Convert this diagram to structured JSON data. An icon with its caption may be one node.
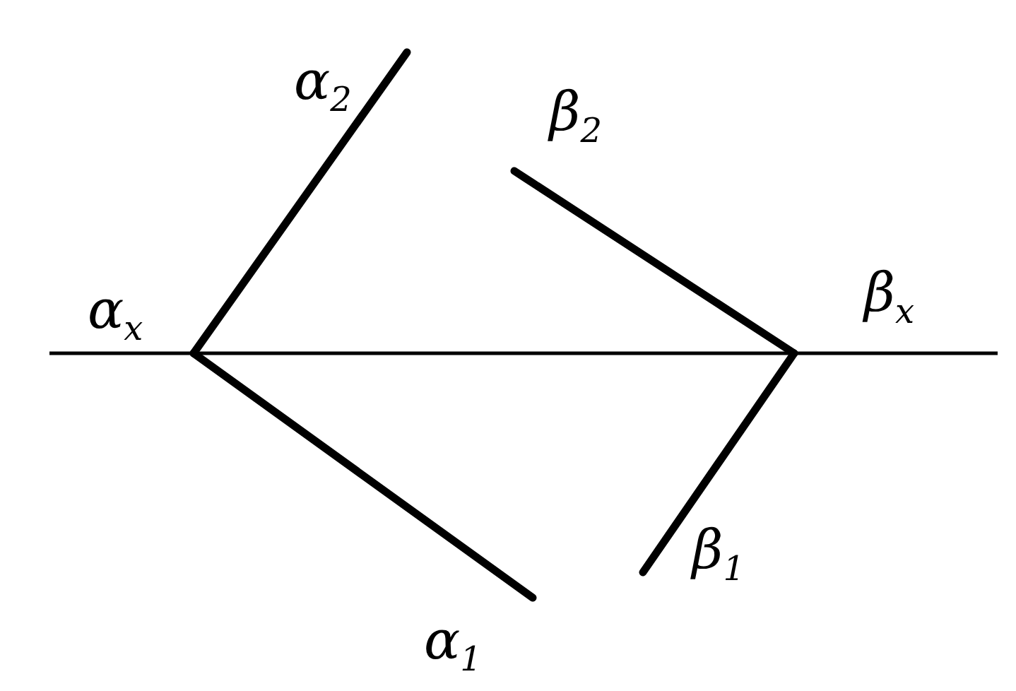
{
  "diagram": {
    "nodes": [
      {
        "text": [
          "α$_{2}$"
        ]
      },
      {
        "text": [
          "β$_{2}$"
        ]
      },
      {
        "text": [
          "α$_{x}$"
        ]
      },
      {
        "text": [
          "β$_{x}$"
        ]
      },
      {
        "text": [
          "β$_{1}$"
        ]
      },
      {
        "text": [
          "α$_{1}$"
        ]
      }
    ],
    "edges": [
      {
        "from": 2,
        "to": 0,
        "arrow": "none"
      },
      {
        "from": 2,
        "to": 5,
        "arrow": "none"
      },
      {
        "from": 3,
        "to": 1,
        "arrow": "none"
      },
      {
        "from": 3,
        "to": 4,
        "arrow": "none"
      }
    ]
  }
}
